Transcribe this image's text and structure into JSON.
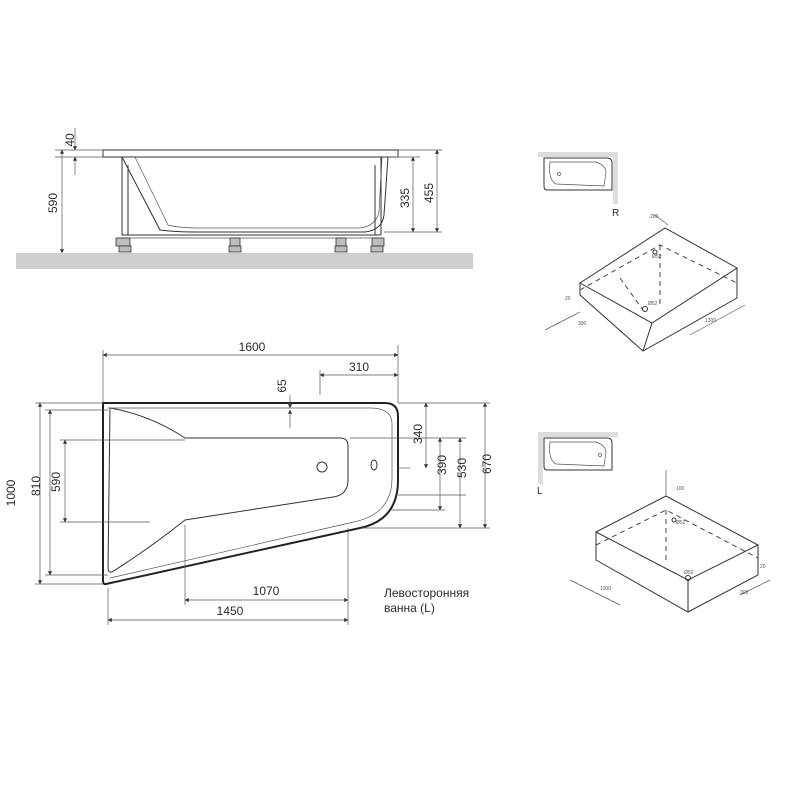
{
  "side_view": {
    "dims": {
      "height_total": "590",
      "rim": "40",
      "inner_depth": "335",
      "outer_height": "455"
    }
  },
  "top_view": {
    "dims": {
      "length_total": "1600",
      "right_offset": "310",
      "drain_offset": "65",
      "width_total": "1000",
      "width_810": "810",
      "width_590": "590",
      "right_340": "340",
      "right_390": "390",
      "right_530": "530",
      "right_670": "670",
      "bottom_1070": "1070",
      "bottom_1450": "1450"
    },
    "caption_line1": "Левосторонняя",
    "caption_line2": "ванна (L)"
  },
  "thumbnails": {
    "right_label": "R",
    "left_label": "L"
  },
  "iso_right": {
    "labels": {
      "top_small": "280",
      "side_small": "20",
      "front_left": "300",
      "front_right": "1300",
      "circle_a": "Ø52",
      "circle_b": "Ø52"
    }
  },
  "iso_left": {
    "labels": {
      "top_small": "100",
      "side_small": "20",
      "front_left": "1300",
      "front_right": "300",
      "circle_a": "Ø52",
      "circle_b": "Ø52"
    }
  }
}
